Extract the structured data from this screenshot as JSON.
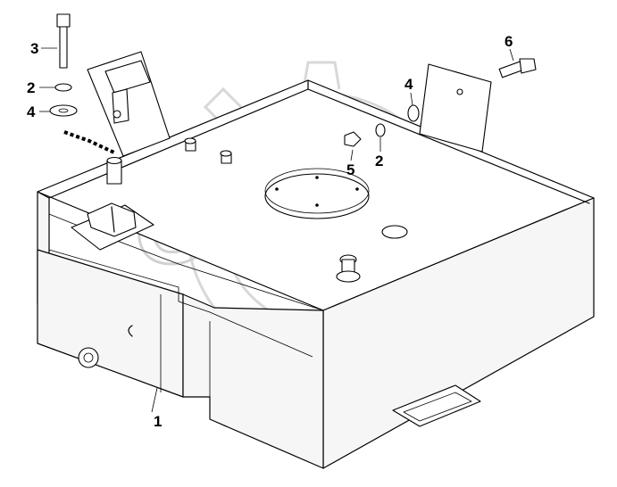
{
  "diagram": {
    "watermark": "OPEX",
    "callouts": [
      {
        "id": "c1",
        "label": "1"
      },
      {
        "id": "c2a",
        "label": "2"
      },
      {
        "id": "c3",
        "label": "3"
      },
      {
        "id": "c4a",
        "label": "4"
      },
      {
        "id": "c4b",
        "label": "4"
      },
      {
        "id": "c5",
        "label": "5"
      },
      {
        "id": "c2b",
        "label": "2"
      },
      {
        "id": "c6",
        "label": "6"
      }
    ]
  }
}
